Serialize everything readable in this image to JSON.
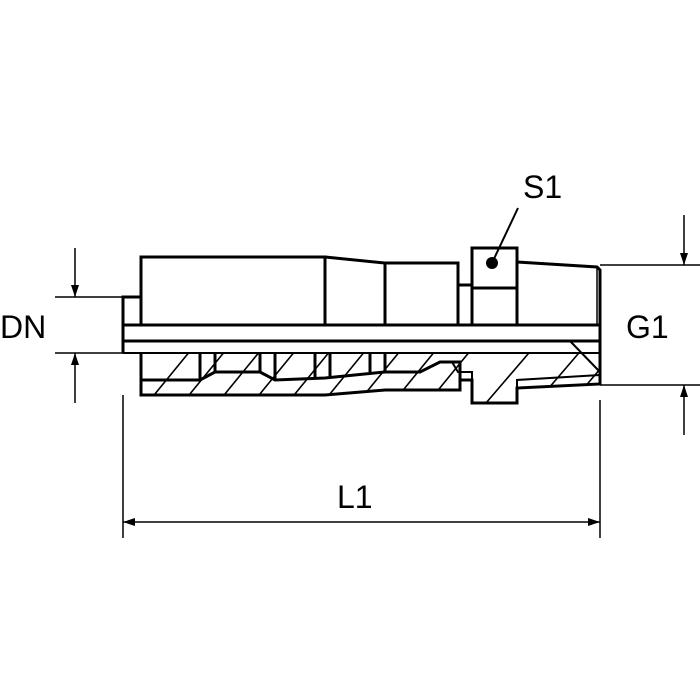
{
  "labels": {
    "s1": "S1",
    "dn": "DN",
    "g1": "G1",
    "l1": "L1"
  },
  "colors": {
    "line": "#000000",
    "background": "#ffffff"
  }
}
